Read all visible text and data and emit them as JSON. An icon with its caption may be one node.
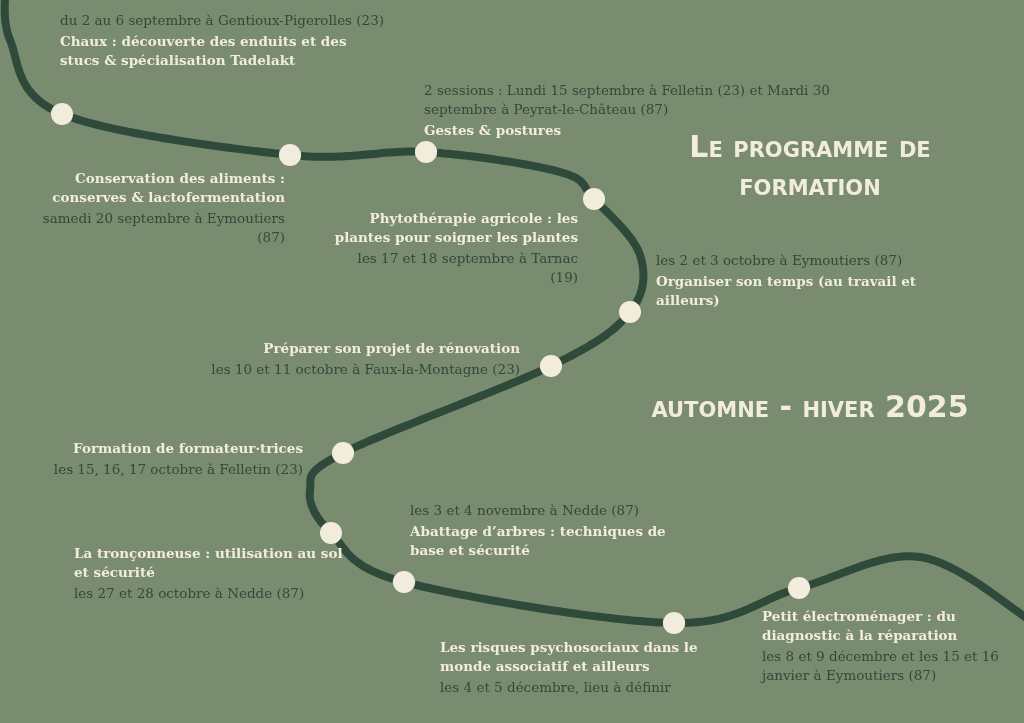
{
  "diagram": {
    "title": "Le programme de formation",
    "nodes": [
      {
        "text": [],
        "shape": "circle",
        "beside": [
          "du 2 au 6 septembre à Gentioux-Pigerolles (23)",
          "Chaux : découverte des enduits et des stucs & spécialisation Tadelakt"
        ]
      },
      {
        "text": [],
        "shape": "circle",
        "beside": [
          "Conservation des aliments : conserves & lactofermentation",
          "samedi 20 septembre à Eymoutiers (87)"
        ]
      },
      {
        "text": [],
        "shape": "circle",
        "beside": [
          "2 sessions : Lundi 15 septembre à Felletin (23) et Mardi 30 septembre à Peyrat-le-Château (87)",
          "Gestes & postures"
        ]
      },
      {
        "text": [],
        "shape": "circle",
        "beside": [
          "Phytothérapie agricole : les plantes pour soigner les plantes",
          "les 17 et 18 septembre à Tarnac (19)"
        ]
      },
      {
        "text": [],
        "shape": "circle",
        "beside": [
          "les 2 et 3 octobre à Eymoutiers (87)",
          "Organiser son temps (au travail et ailleurs)"
        ]
      },
      {
        "text": [],
        "shape": "circle",
        "beside": [
          "Préparer son projet de rénovation",
          "les 10 et 11 octobre à Faux-la-Montagne (23)"
        ]
      },
      {
        "text": [],
        "shape": "circle",
        "beside": [
          "Formation de formateur·trices",
          "les 15, 16, 17 octobre à Felletin (23)"
        ]
      },
      {
        "text": [],
        "shape": "circle",
        "beside": [
          "La tronçonneuse : utilisation au sol et sécurité",
          "les 27 et 28 octobre à Nedde (87)"
        ]
      },
      {
        "text": [],
        "shape": "circle",
        "beside": [
          "les 3 et 4 novembre à Nedde (87)",
          "Abattage d’arbres : techniques de base et sécurité"
        ]
      },
      {
        "text": [],
        "shape": "circle",
        "beside": [
          "Les risques psychosociaux dans le monde associatif et ailleurs",
          "les 4 et 5 décembre, lieu à définir"
        ]
      },
      {
        "text": [],
        "shape": "circle",
        "beside": [
          "Petit électroménager : du diagnostic à la réparation",
          "les 8 et 9 décembre et les 15 et 16 janvier à Eymoutiers (87)"
        ]
      }
    ],
    "edges": [
      {
        "from": null,
        "to": 0,
        "arrow": "none"
      },
      {
        "from": 0,
        "to": 1,
        "arrow": "none"
      },
      {
        "from": 1,
        "to": 2,
        "arrow": "none"
      },
      {
        "from": 2,
        "to": 3,
        "arrow": "none"
      },
      {
        "from": 3,
        "to": 4,
        "arrow": "none"
      },
      {
        "from": 4,
        "to": 5,
        "arrow": "none"
      },
      {
        "from": 5,
        "to": 6,
        "arrow": "none"
      },
      {
        "from": 6,
        "to": 7,
        "arrow": "none"
      },
      {
        "from": 7,
        "to": 8,
        "arrow": "none"
      },
      {
        "from": 8,
        "to": 9,
        "arrow": "none"
      },
      {
        "from": 9,
        "to": 10,
        "arrow": "none"
      },
      {
        "from": 10,
        "to": null,
        "arrow": "none"
      }
    ],
    "labels": [
      "automne - hiver 2025"
    ]
  }
}
